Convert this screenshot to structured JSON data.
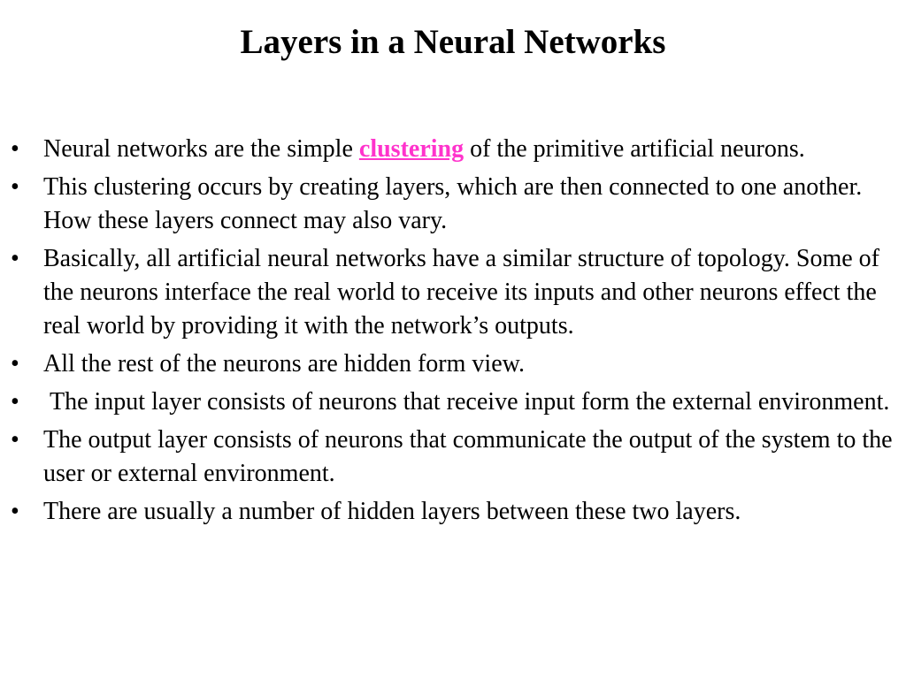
{
  "slide": {
    "title": "Layers in a Neural Networks",
    "bullet_char": "•",
    "highlight_color": "#ff33cc",
    "bullets": [
      {
        "before": "Neural networks are the simple ",
        "highlight": "clustering",
        "after": " of the primitive artificial neurons."
      },
      {
        "text": "This clustering occurs by creating layers, which are then connected to one another. How these layers connect may also vary."
      },
      {
        "text": "Basically, all artificial neural networks have a similar structure of topology. Some of the neurons interface the real world to receive its inputs and other neurons effect the real world by providing it with the network’s outputs."
      },
      {
        "text": "All the rest of the neurons are hidden form view."
      },
      {
        "text": " The input layer consists of neurons that receive input form the external environment."
      },
      {
        "text": "The output layer consists of neurons that communicate the output of the system to the user or external environment."
      },
      {
        "text": "There are usually a number of hidden layers between these two layers."
      }
    ]
  }
}
